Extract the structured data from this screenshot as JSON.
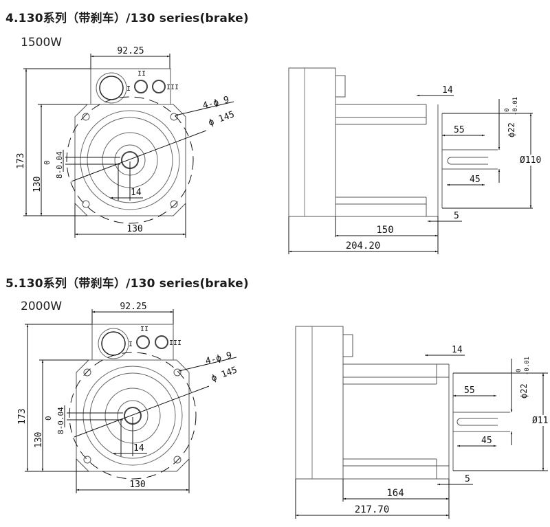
{
  "sections": [
    {
      "title": "4.130系列（带刹车）/130 series(brake)",
      "power": "1500W",
      "front": {
        "box_width": "92.25",
        "overall_height": "173",
        "flange_height": "130",
        "flange_width": "130",
        "key_tol_upper": "0",
        "key_tol_lower": "8-0.04",
        "key_offset": "14",
        "holes": "4-ϕ 9",
        "pcd": "ϕ 145",
        "connectors": [
          "I",
          "II",
          "III"
        ]
      },
      "side": {
        "flange_thk": "14",
        "shaft_dia": "ϕ22",
        "shaft_tol_upper": "0",
        "shaft_tol_lower": "-0.01",
        "shaft_len": "55",
        "key_len": "45",
        "pilot_dia": "Ø110",
        "pilot_len": "5",
        "body_len": "150",
        "total_len": "204.20"
      }
    },
    {
      "title": "5.130系列（带刹车）/130 series(brake)",
      "power": "2000W",
      "front": {
        "box_width": "92.25",
        "overall_height": "173",
        "flange_height": "130",
        "flange_width": "130",
        "key_tol_upper": "0",
        "key_tol_lower": "8-0.04",
        "key_offset": "14",
        "holes": "4-ϕ 9",
        "pcd": "ϕ 145",
        "connectors": [
          "I",
          "II",
          "III"
        ]
      },
      "side": {
        "flange_thk": "14",
        "shaft_dia": "ϕ22",
        "shaft_tol_upper": "0",
        "shaft_tol_lower": "-0.01",
        "shaft_len": "55",
        "key_len": "45",
        "pilot_dia": "Ø11",
        "pilot_len": "5",
        "body_len": "164",
        "total_len": "217.70"
      }
    }
  ]
}
